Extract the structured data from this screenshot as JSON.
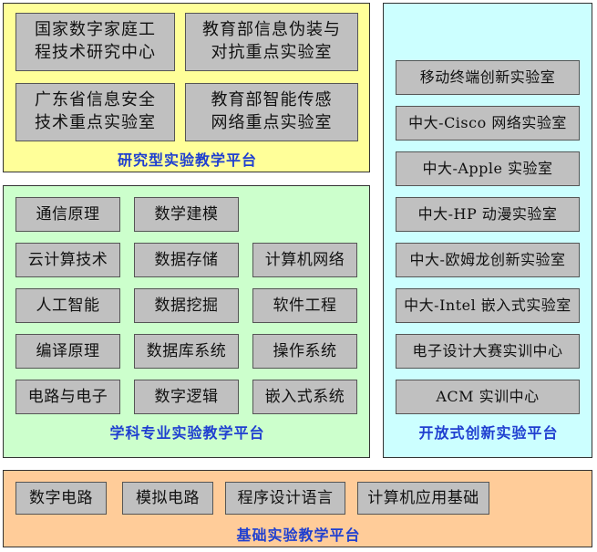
{
  "colors": {
    "research_bg": "#ffff99",
    "subject_bg": "#ccffcc",
    "open_bg": "#ccffff",
    "basic_bg": "#ffcc99",
    "box_bg": "#c0c0c0",
    "title_color": "#1f3fd0"
  },
  "research": {
    "title": "研究型实验教学平台",
    "boxes": [
      [
        "国家数字家庭工",
        "程技术研究中心"
      ],
      [
        "教育部信息伪装与",
        "对抗重点实验室"
      ],
      [
        "广东省信息安全",
        "技术重点实验室"
      ],
      [
        "教育部智能传感",
        "网络重点实验室"
      ]
    ]
  },
  "subject": {
    "title": "学科专业实验教学平台",
    "rows": [
      [
        "通信原理",
        "数学建模"
      ],
      [
        "云计算技术",
        "数据存储",
        "计算机网络"
      ],
      [
        "人工智能",
        "数据挖掘",
        "软件工程"
      ],
      [
        "编译原理",
        "数据库系统",
        "操作系统"
      ],
      [
        "电路与电子",
        "数字逻辑",
        "嵌入式系统"
      ]
    ]
  },
  "open": {
    "title": "开放式创新实验平台",
    "items": [
      "移动终端创新实验室",
      "中大-Cisco 网络实验室",
      "中大-Apple 实验室",
      "中大-HP 动漫实验室",
      "中大-欧姆龙创新实验室",
      "中大-Intel 嵌入式实验室",
      "电子设计大赛实训中心",
      "ACM 实训中心"
    ]
  },
  "basic": {
    "title": "基础实验教学平台",
    "items": [
      "数字电路",
      "模拟电路",
      "程序设计语言",
      "计算机应用基础"
    ]
  }
}
